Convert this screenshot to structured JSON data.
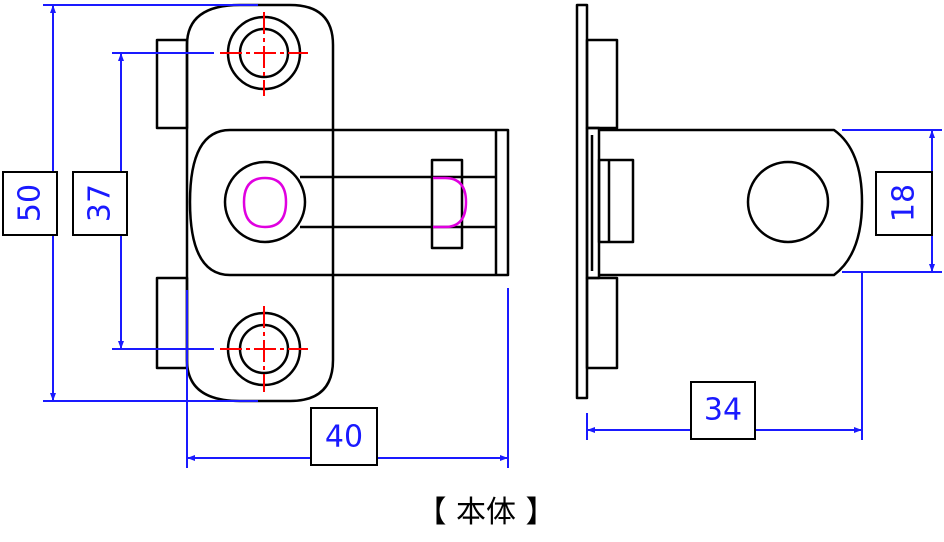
{
  "caption": "【 本体 】",
  "dimensions": {
    "overall_height": "50",
    "hole_pitch": "37",
    "overall_width": "40",
    "side_length": "34",
    "side_width": "18"
  },
  "colors": {
    "outline": "#000000",
    "dimension": "#1a1aff",
    "centerline": "#ff0000",
    "slot": "#e000e0"
  }
}
